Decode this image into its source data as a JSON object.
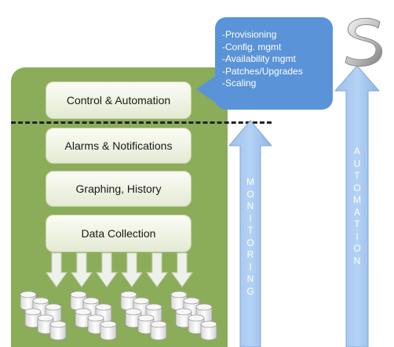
{
  "colors": {
    "panel_green": "#8bad5a",
    "layer_box": "#eef2e0",
    "bubble_blue": "#5a93d8",
    "arrow_blue": "#a5c6ee",
    "arrow_blue_dark": "#88b0e0",
    "down_arrow": "#eef0ea",
    "dashed_line": "#222222"
  },
  "layers": [
    {
      "label": "Control & Automation"
    },
    {
      "label": "Alarms & Notifications"
    },
    {
      "label": "Graphing, History"
    },
    {
      "label": "Data Collection"
    }
  ],
  "bubble": {
    "items": [
      "-Provisioning",
      "-Config. mgmt",
      "-Availability mgmt",
      "-Patches/Upgrades",
      "-Scaling"
    ]
  },
  "arrows": {
    "monitoring": [
      "M",
      "O",
      "N",
      "I",
      "T",
      "O",
      "R",
      "I",
      "N",
      "G"
    ],
    "automation": [
      "A",
      "U",
      "T",
      "O",
      "M",
      "A",
      "T",
      "I",
      "O",
      "N"
    ]
  },
  "data_arrow_count": 6,
  "storage_group_count": 4,
  "logo_icon": "s-ribbon-logo-icon"
}
